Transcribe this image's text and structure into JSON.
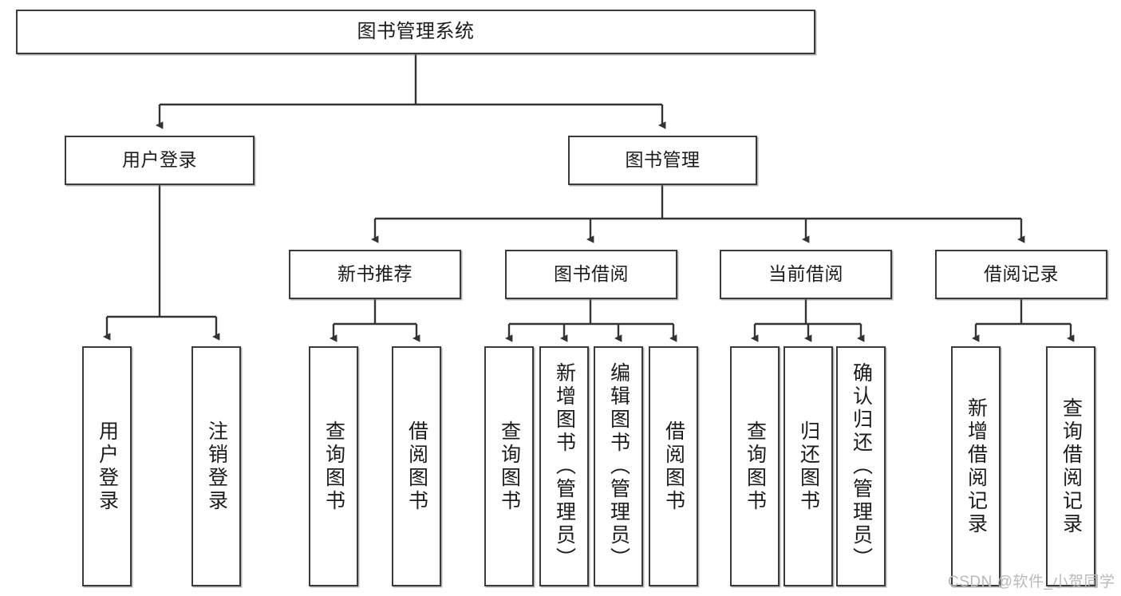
{
  "diagram": {
    "title": "图书管理系统",
    "type": "tree-hierarchy",
    "orientation": "top-down",
    "colors": {
      "node_border": "#3a3a3a",
      "node_fill": "#ffffff",
      "edge": "#333333",
      "text": "#1b1b1b",
      "watermark": "#b9b9b9"
    },
    "watermark": "CSDN @软件_小贺同学"
  },
  "nodes": {
    "root": {
      "label": "图书管理系统"
    },
    "level2": [
      {
        "id": "user-login",
        "label": "用户登录"
      },
      {
        "id": "book-management",
        "label": "图书管理"
      }
    ],
    "level3": [
      {
        "id": "new-book-recommend",
        "label": "新书推荐"
      },
      {
        "id": "book-borrow",
        "label": "图书借阅"
      },
      {
        "id": "current-borrow",
        "label": "当前借阅"
      },
      {
        "id": "borrow-record",
        "label": "借阅记录"
      }
    ],
    "leaves": {
      "user_login": [
        {
          "id": "leaf-user-login",
          "label": "用户登录"
        },
        {
          "id": "leaf-logout-login",
          "label": "注销登录"
        }
      ],
      "new_book_recommend": [
        {
          "id": "leaf-query-book-1",
          "label": "查询图书"
        },
        {
          "id": "leaf-borrow-book-1",
          "label": "借阅图书"
        }
      ],
      "book_borrow": [
        {
          "id": "leaf-query-book-2",
          "label": "查询图书"
        },
        {
          "id": "leaf-add-book",
          "label": "新增图书（管理员）"
        },
        {
          "id": "leaf-edit-book",
          "label": "编辑图书（管理员）"
        },
        {
          "id": "leaf-borrow-book-2",
          "label": "借阅图书"
        }
      ],
      "current_borrow": [
        {
          "id": "leaf-query-book-3",
          "label": "查询图书"
        },
        {
          "id": "leaf-return-book",
          "label": "归还图书"
        },
        {
          "id": "leaf-confirm-return",
          "label": "确认归还（管理员）"
        }
      ],
      "borrow_record": [
        {
          "id": "leaf-add-record",
          "label": "新增借阅记录"
        },
        {
          "id": "leaf-query-record",
          "label": "查询借阅记录"
        }
      ]
    }
  },
  "edges": [
    {
      "from": "图书管理系统",
      "to": "用户登录"
    },
    {
      "from": "图书管理系统",
      "to": "图书管理"
    },
    {
      "from": "用户登录",
      "to": "用户登录"
    },
    {
      "from": "用户登录",
      "to": "注销登录"
    },
    {
      "from": "图书管理",
      "to": "新书推荐"
    },
    {
      "from": "图书管理",
      "to": "图书借阅"
    },
    {
      "from": "图书管理",
      "to": "当前借阅"
    },
    {
      "from": "图书管理",
      "to": "借阅记录"
    },
    {
      "from": "新书推荐",
      "to": "查询图书"
    },
    {
      "from": "新书推荐",
      "to": "借阅图书"
    },
    {
      "from": "图书借阅",
      "to": "查询图书"
    },
    {
      "from": "图书借阅",
      "to": "新增图书（管理员）"
    },
    {
      "from": "图书借阅",
      "to": "编辑图书（管理员）"
    },
    {
      "from": "图书借阅",
      "to": "借阅图书"
    },
    {
      "from": "当前借阅",
      "to": "查询图书"
    },
    {
      "from": "当前借阅",
      "to": "归还图书"
    },
    {
      "from": "当前借阅",
      "to": "确认归还（管理员）"
    },
    {
      "from": "借阅记录",
      "to": "新增借阅记录"
    },
    {
      "from": "借阅记录",
      "to": "查询借阅记录"
    }
  ]
}
